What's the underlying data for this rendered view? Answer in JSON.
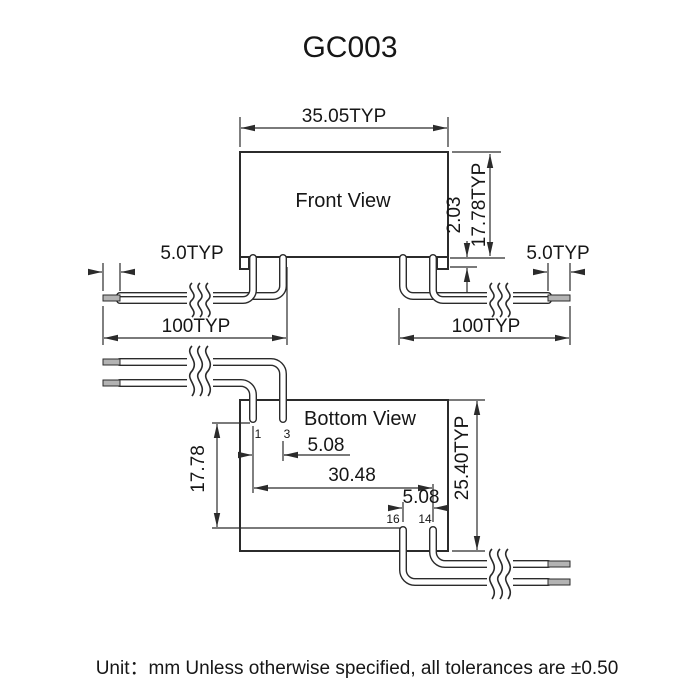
{
  "title": "GC003",
  "front_view": {
    "label": "Front View",
    "width_dim": "35.05TYP",
    "height_dim": "17.78TYP",
    "standoff_dim": "2.03",
    "strip_left_dim": "5.0TYP",
    "strip_right_dim": "5.0TYP",
    "lead_left_dim": "100TYP",
    "lead_right_dim": "100TYP"
  },
  "bottom_view": {
    "label": "Bottom View",
    "pin_pitch_top_dim": "5.08",
    "row_spacing_dim": "17.78",
    "pin_span_dim": "30.48",
    "pin_pitch_bottom_dim": "5.08",
    "depth_dim": "25.40TYP",
    "pin_labels": {
      "pin1": "1",
      "pin3": "3",
      "pin16": "16",
      "pin14": "14"
    }
  },
  "footer": {
    "note": "Unit：mm Unless otherwise specified, all tolerances are ±0.50"
  },
  "colors": {
    "line": "#2b2b2b",
    "wire_tip": "#b3b3b3",
    "background": "#ffffff"
  }
}
